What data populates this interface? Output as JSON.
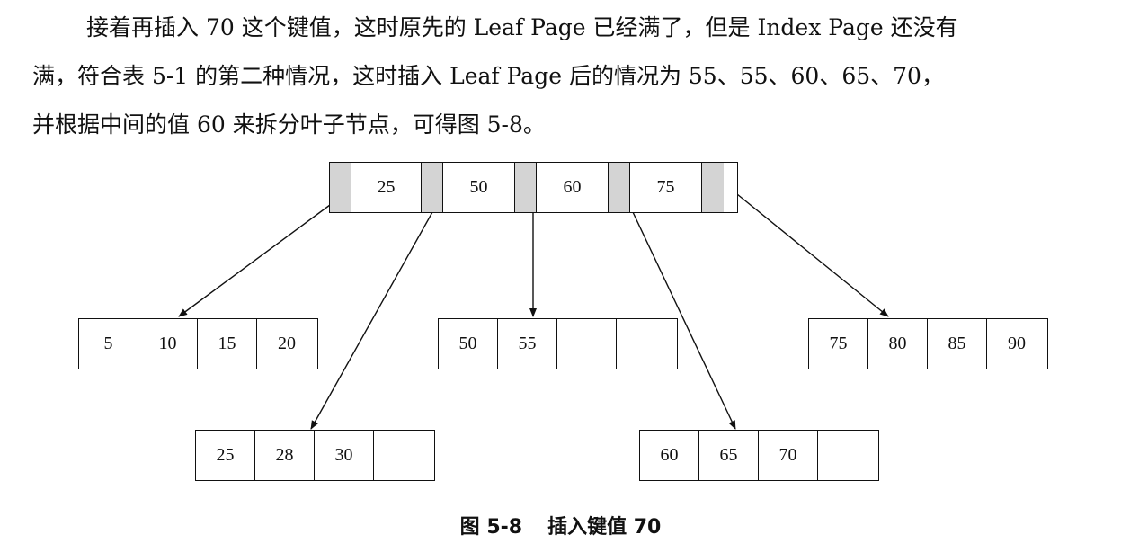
{
  "paragraph": {
    "line1": "接着再插入 70 这个键值，这时原先的 Leaf Page 已经满了，但是 Index Page 还没有",
    "line2": "满，符合表 5-1 的第二种情况，这时插入 Leaf Page 后的情况为 55、55、60、65、70，",
    "line3": "并根据中间的值 60 来拆分叶子节点，可得图 5-8。"
  },
  "root": {
    "keys": [
      "25",
      "50",
      "60",
      "75"
    ]
  },
  "leaves": {
    "leaf1": [
      "5",
      "10",
      "15",
      "20"
    ],
    "leaf2": [
      "25",
      "28",
      "30",
      ""
    ],
    "leaf3": [
      "50",
      "55",
      "",
      ""
    ],
    "leaf4": [
      "60",
      "65",
      "70",
      ""
    ],
    "leaf5": [
      "75",
      "80",
      "85",
      "90"
    ]
  },
  "caption": {
    "number": "图 5-8",
    "title": "插入键值 70"
  },
  "colors": {
    "pointer_cell": "#d4d4d4",
    "line": "#111111"
  }
}
